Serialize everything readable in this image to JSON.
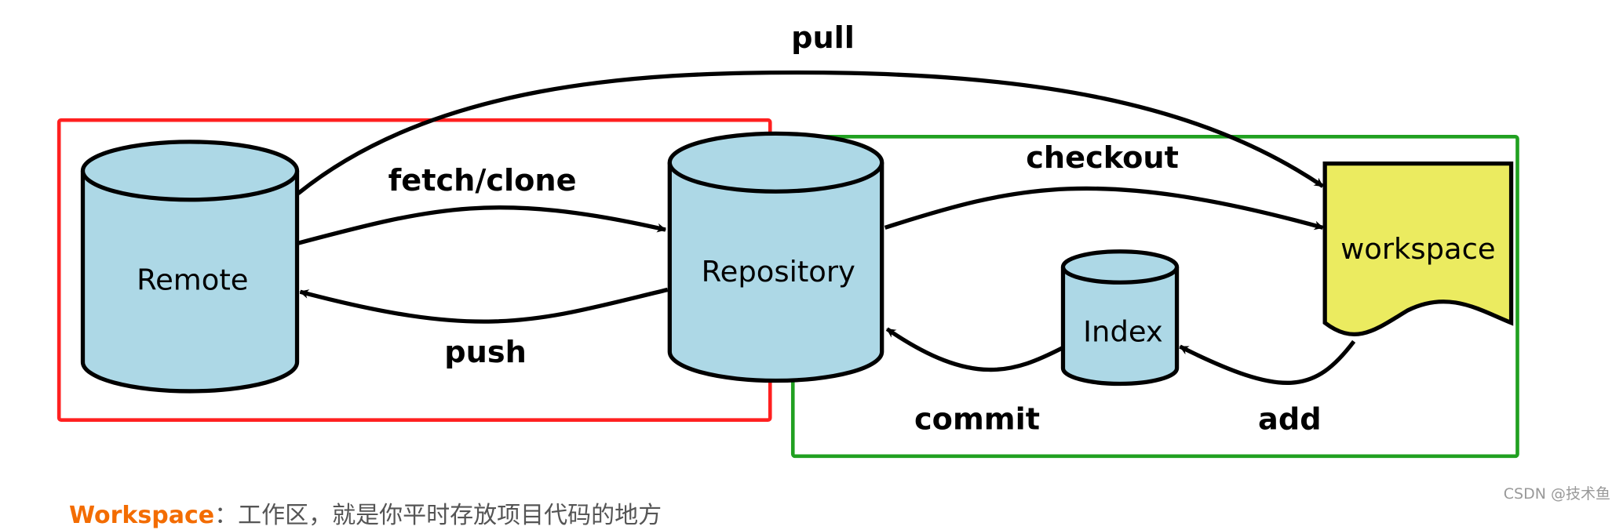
{
  "diagram": {
    "nodes": {
      "remote": "Remote",
      "repository": "Repository",
      "index": "Index",
      "workspace": "workspace"
    },
    "edges": {
      "pull": "pull",
      "fetch_clone": "fetch/clone",
      "push": "push",
      "checkout": "checkout",
      "commit": "commit",
      "add": "add"
    },
    "colors": {
      "cylinder_fill": "#add8e6",
      "workspace_fill": "#ebeb60",
      "remote_group_border": "#ff2020",
      "local_group_border": "#20a020"
    }
  },
  "footer": {
    "keyword": "Workspace",
    "text": "：工作区，就是你平时存放项目代码的地方"
  },
  "watermark": "CSDN @技术鱼"
}
